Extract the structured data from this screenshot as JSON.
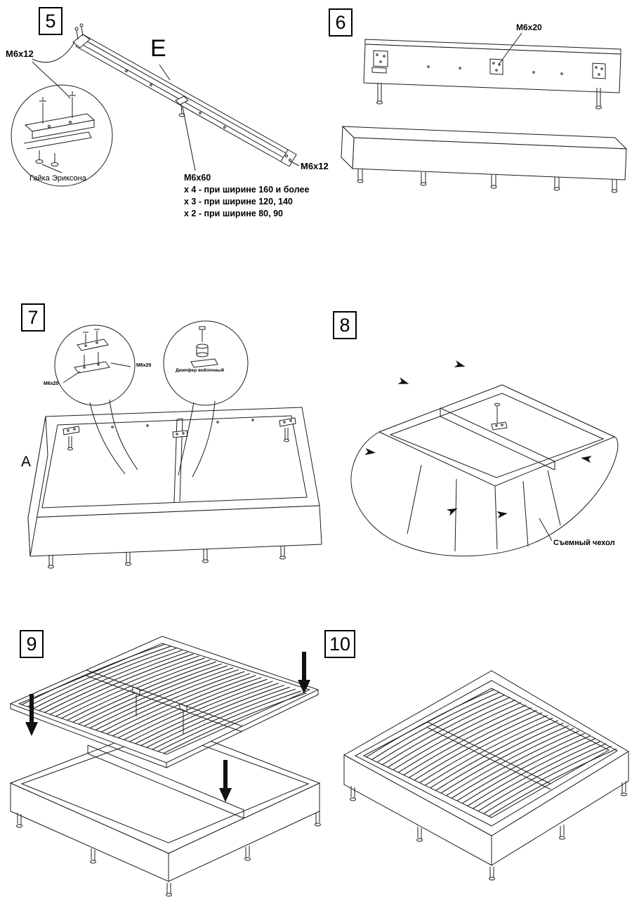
{
  "figure": {
    "type": "furniture-assembly-instructions",
    "line_color": "#1c1c1c",
    "background": "#ffffff"
  },
  "steps": {
    "s5": {
      "number": "5",
      "part_letter": "E",
      "label_m6x12_left": "M6x12",
      "label_m6x12_right": "M6x12",
      "label_nut": "Гайка Эриксона",
      "bolt_title": "M6x60",
      "bolt_lines": [
        "x 4 - при ширине 160 и более",
        "x 3 - при ширине 120, 140",
        "x 2 - при ширине 80, 90"
      ]
    },
    "s6": {
      "number": "6",
      "label_m6x20": "M6x20"
    },
    "s7": {
      "number": "7",
      "part_letter": "A",
      "label_m6x20_a": "M6x20",
      "label_m6x20_b": "M6x20",
      "label_damper": "Демпфер войлочный"
    },
    "s8": {
      "number": "8",
      "label_cover": "Съемный чехол"
    },
    "s9": {
      "number": "9"
    },
    "s10": {
      "number": "10"
    }
  }
}
